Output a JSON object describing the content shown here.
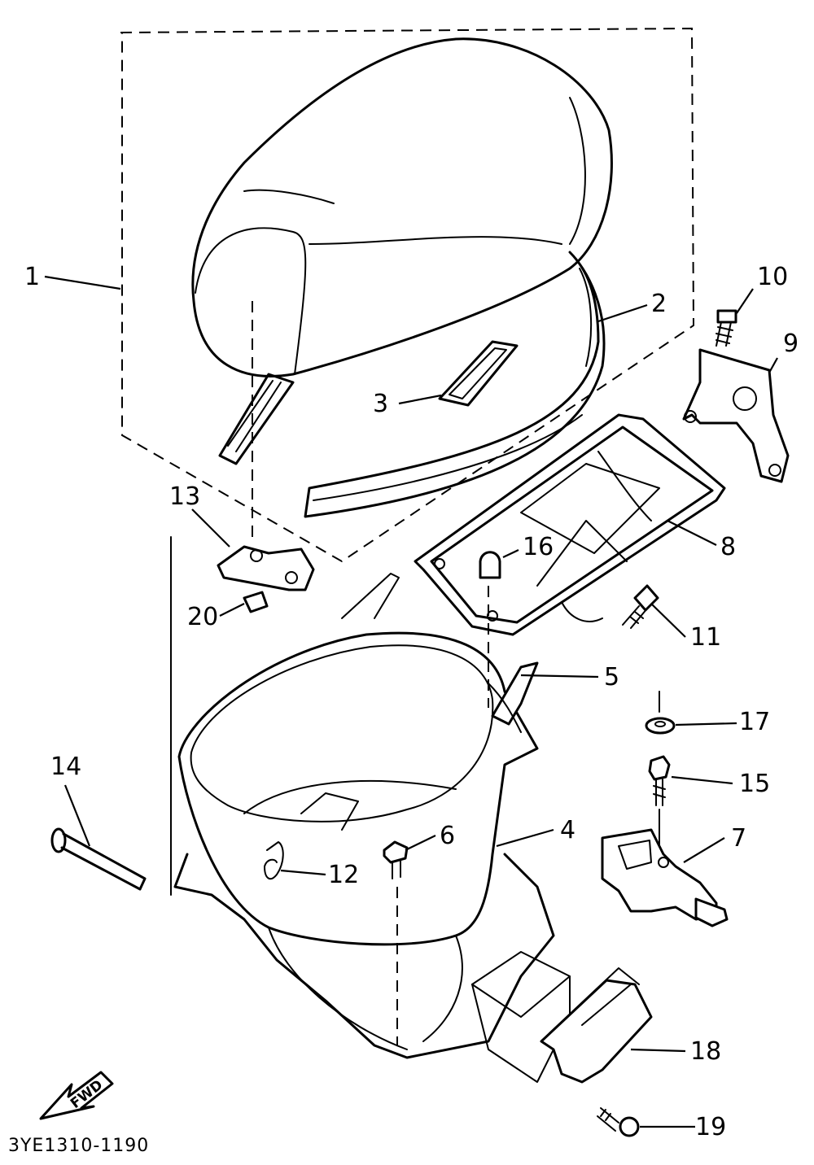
{
  "diagram": {
    "code": "3YE1310-1190",
    "fwd_label": "FWD",
    "callouts": [
      {
        "id": "1",
        "text": "1"
      },
      {
        "id": "2",
        "text": "2"
      },
      {
        "id": "3",
        "text": "3"
      },
      {
        "id": "4",
        "text": "4"
      },
      {
        "id": "5",
        "text": "5"
      },
      {
        "id": "6",
        "text": "6"
      },
      {
        "id": "7",
        "text": "7"
      },
      {
        "id": "8",
        "text": "8"
      },
      {
        "id": "9",
        "text": "9"
      },
      {
        "id": "10",
        "text": "10"
      },
      {
        "id": "11",
        "text": "11"
      },
      {
        "id": "12",
        "text": "12"
      },
      {
        "id": "13",
        "text": "13"
      },
      {
        "id": "14",
        "text": "14"
      },
      {
        "id": "15",
        "text": "15"
      },
      {
        "id": "16",
        "text": "16"
      },
      {
        "id": "17",
        "text": "17"
      },
      {
        "id": "18",
        "text": "18"
      },
      {
        "id": "19",
        "text": "19"
      },
      {
        "id": "20",
        "text": "20"
      }
    ]
  }
}
